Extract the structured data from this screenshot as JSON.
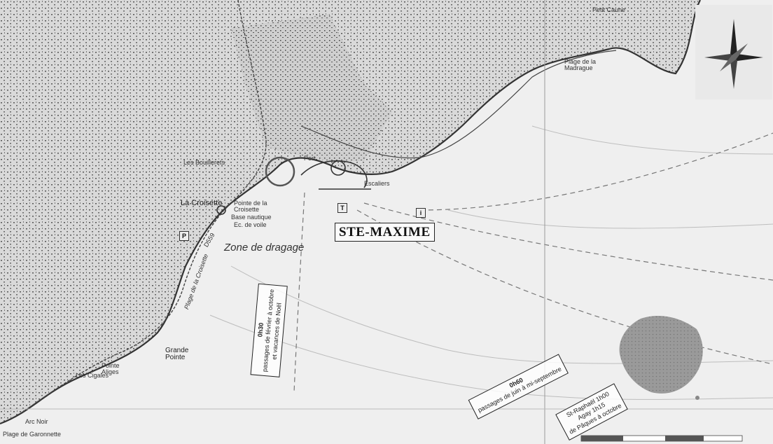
{
  "town": {
    "name": "STE-MAXIME"
  },
  "zone": {
    "label": "Zone de dragage"
  },
  "places": [
    {
      "key": "la-croisette",
      "text": "La Croisette"
    },
    {
      "key": "pointe-croisette",
      "text": "Pointe de la Croisette"
    },
    {
      "key": "base-nautique",
      "text": "Base nautique"
    },
    {
      "key": "ec-de-voile",
      "text": "Ec. de voile"
    },
    {
      "key": "grande-pointe",
      "text": "Grande Pointe"
    },
    {
      "key": "plage-croisette",
      "text": "Plage de la Croisette"
    },
    {
      "key": "plage-madrague",
      "text": "Plage de la Madrague"
    },
    {
      "key": "les-cigales",
      "text": "Les Cigales"
    },
    {
      "key": "pointe-aliges",
      "text": "Pointe Aliges"
    },
    {
      "key": "plage-garonnette",
      "text": "Plage de Garonnette"
    },
    {
      "key": "arc-noir",
      "text": "Arc Noir"
    },
    {
      "key": "petit-caune",
      "text": "Petit Caune"
    },
    {
      "key": "d559",
      "text": "D559"
    },
    {
      "key": "les-bouillerets",
      "text": "Les Bouillerets"
    },
    {
      "key": "port",
      "text": "Port"
    },
    {
      "key": "escaliers",
      "text": "Escaliers"
    }
  ],
  "routes": [
    {
      "key": "route-left",
      "lines": [
        "0h30",
        "passages de février à octobre",
        "et vacances de Noël"
      ]
    },
    {
      "key": "route-middle",
      "lines": [
        "0h60",
        "passages de juin à mi-septembre"
      ]
    },
    {
      "key": "route-right",
      "lines": [
        "St-Raphaël 1h00",
        "Agay 1h15",
        "de Pâques à octobre"
      ]
    }
  ],
  "icons": [
    {
      "key": "parking",
      "symbol": "P"
    },
    {
      "key": "info",
      "symbol": "i"
    },
    {
      "key": "tower",
      "symbol": "T"
    }
  ],
  "colors": {
    "land": "#d8d8d8",
    "sea": "#efefef",
    "coast": "#333333",
    "route": "#666666"
  }
}
